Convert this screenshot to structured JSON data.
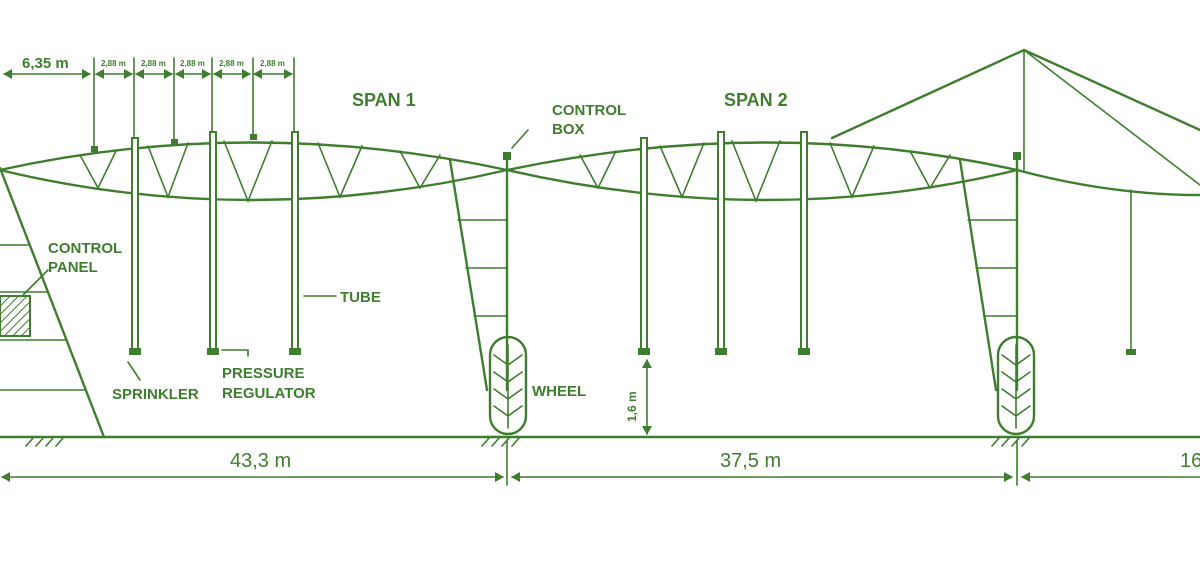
{
  "colors": {
    "line": "#3f7d2f",
    "background": "#ffffff"
  },
  "labels": {
    "span1": "SPAN 1",
    "span2": "SPAN 2",
    "control_box_line1": "CONTROL",
    "control_box_line2": "BOX",
    "control_panel_line1": "CONTROL",
    "control_panel_line2": "PANEL",
    "tube": "TUBE",
    "sprinkler": "SPRINKLER",
    "pressure_regulator_line1": "PRESSURE",
    "pressure_regulator_line2": "REGULATOR",
    "wheel": "WHEEL"
  },
  "dimensions": {
    "first_offset": "6,35 m",
    "spacings": [
      "2,88 m",
      "2,88 m",
      "2,88 m",
      "2,88 m",
      "2,88 m"
    ],
    "span1_length": "43,3 m",
    "span2_length": "37,5 m",
    "span3_length_partial": "16",
    "tube_height": "1,6 m"
  }
}
